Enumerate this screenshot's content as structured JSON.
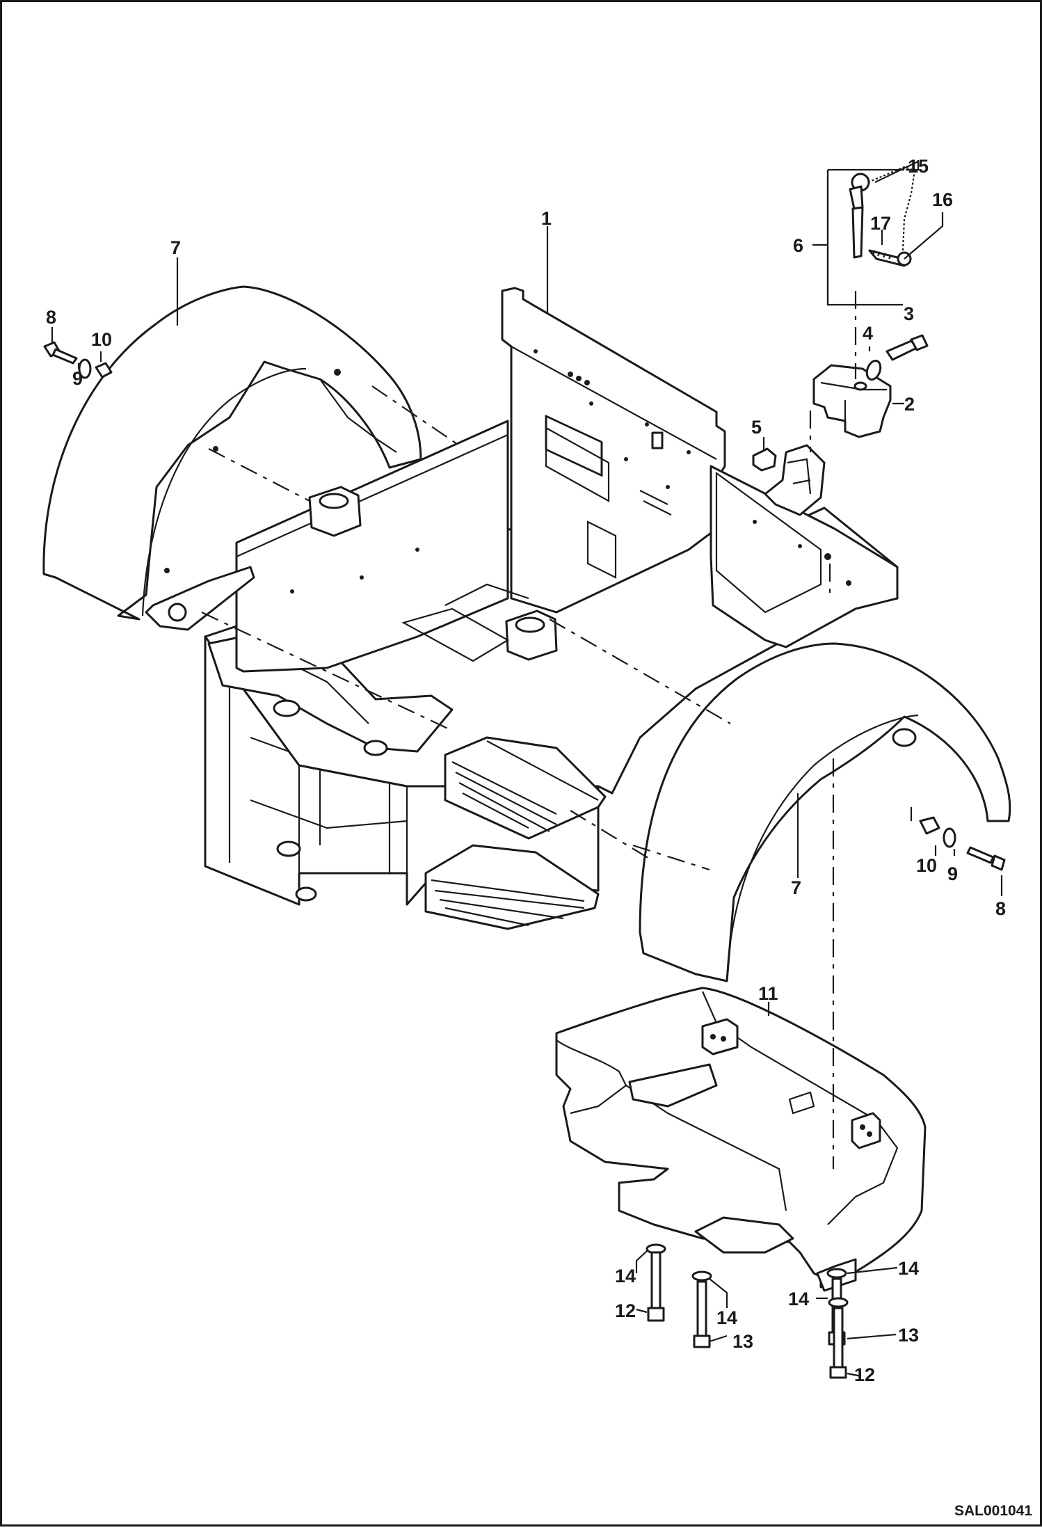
{
  "drawing_code": "SAL001041",
  "callouts": [
    {
      "id": "c1",
      "label": "1"
    },
    {
      "id": "c2",
      "label": "2"
    },
    {
      "id": "c3",
      "label": "3"
    },
    {
      "id": "c4",
      "label": "4"
    },
    {
      "id": "c5",
      "label": "5"
    },
    {
      "id": "c6",
      "label": "6"
    },
    {
      "id": "c7a",
      "label": "7"
    },
    {
      "id": "c7b",
      "label": "7"
    },
    {
      "id": "c8a",
      "label": "8"
    },
    {
      "id": "c8b",
      "label": "8"
    },
    {
      "id": "c9a",
      "label": "9"
    },
    {
      "id": "c9b",
      "label": "9"
    },
    {
      "id": "c10a",
      "label": "10"
    },
    {
      "id": "c10b",
      "label": "10"
    },
    {
      "id": "c11",
      "label": "11"
    },
    {
      "id": "c12a",
      "label": "12"
    },
    {
      "id": "c12b",
      "label": "12"
    },
    {
      "id": "c13a",
      "label": "13"
    },
    {
      "id": "c13b",
      "label": "13"
    },
    {
      "id": "c14a",
      "label": "14"
    },
    {
      "id": "c14b",
      "label": "14"
    },
    {
      "id": "c14c",
      "label": "14"
    },
    {
      "id": "c14d",
      "label": "14"
    },
    {
      "id": "c15",
      "label": "15"
    },
    {
      "id": "c16",
      "label": "16"
    },
    {
      "id": "c17",
      "label": "17"
    }
  ]
}
